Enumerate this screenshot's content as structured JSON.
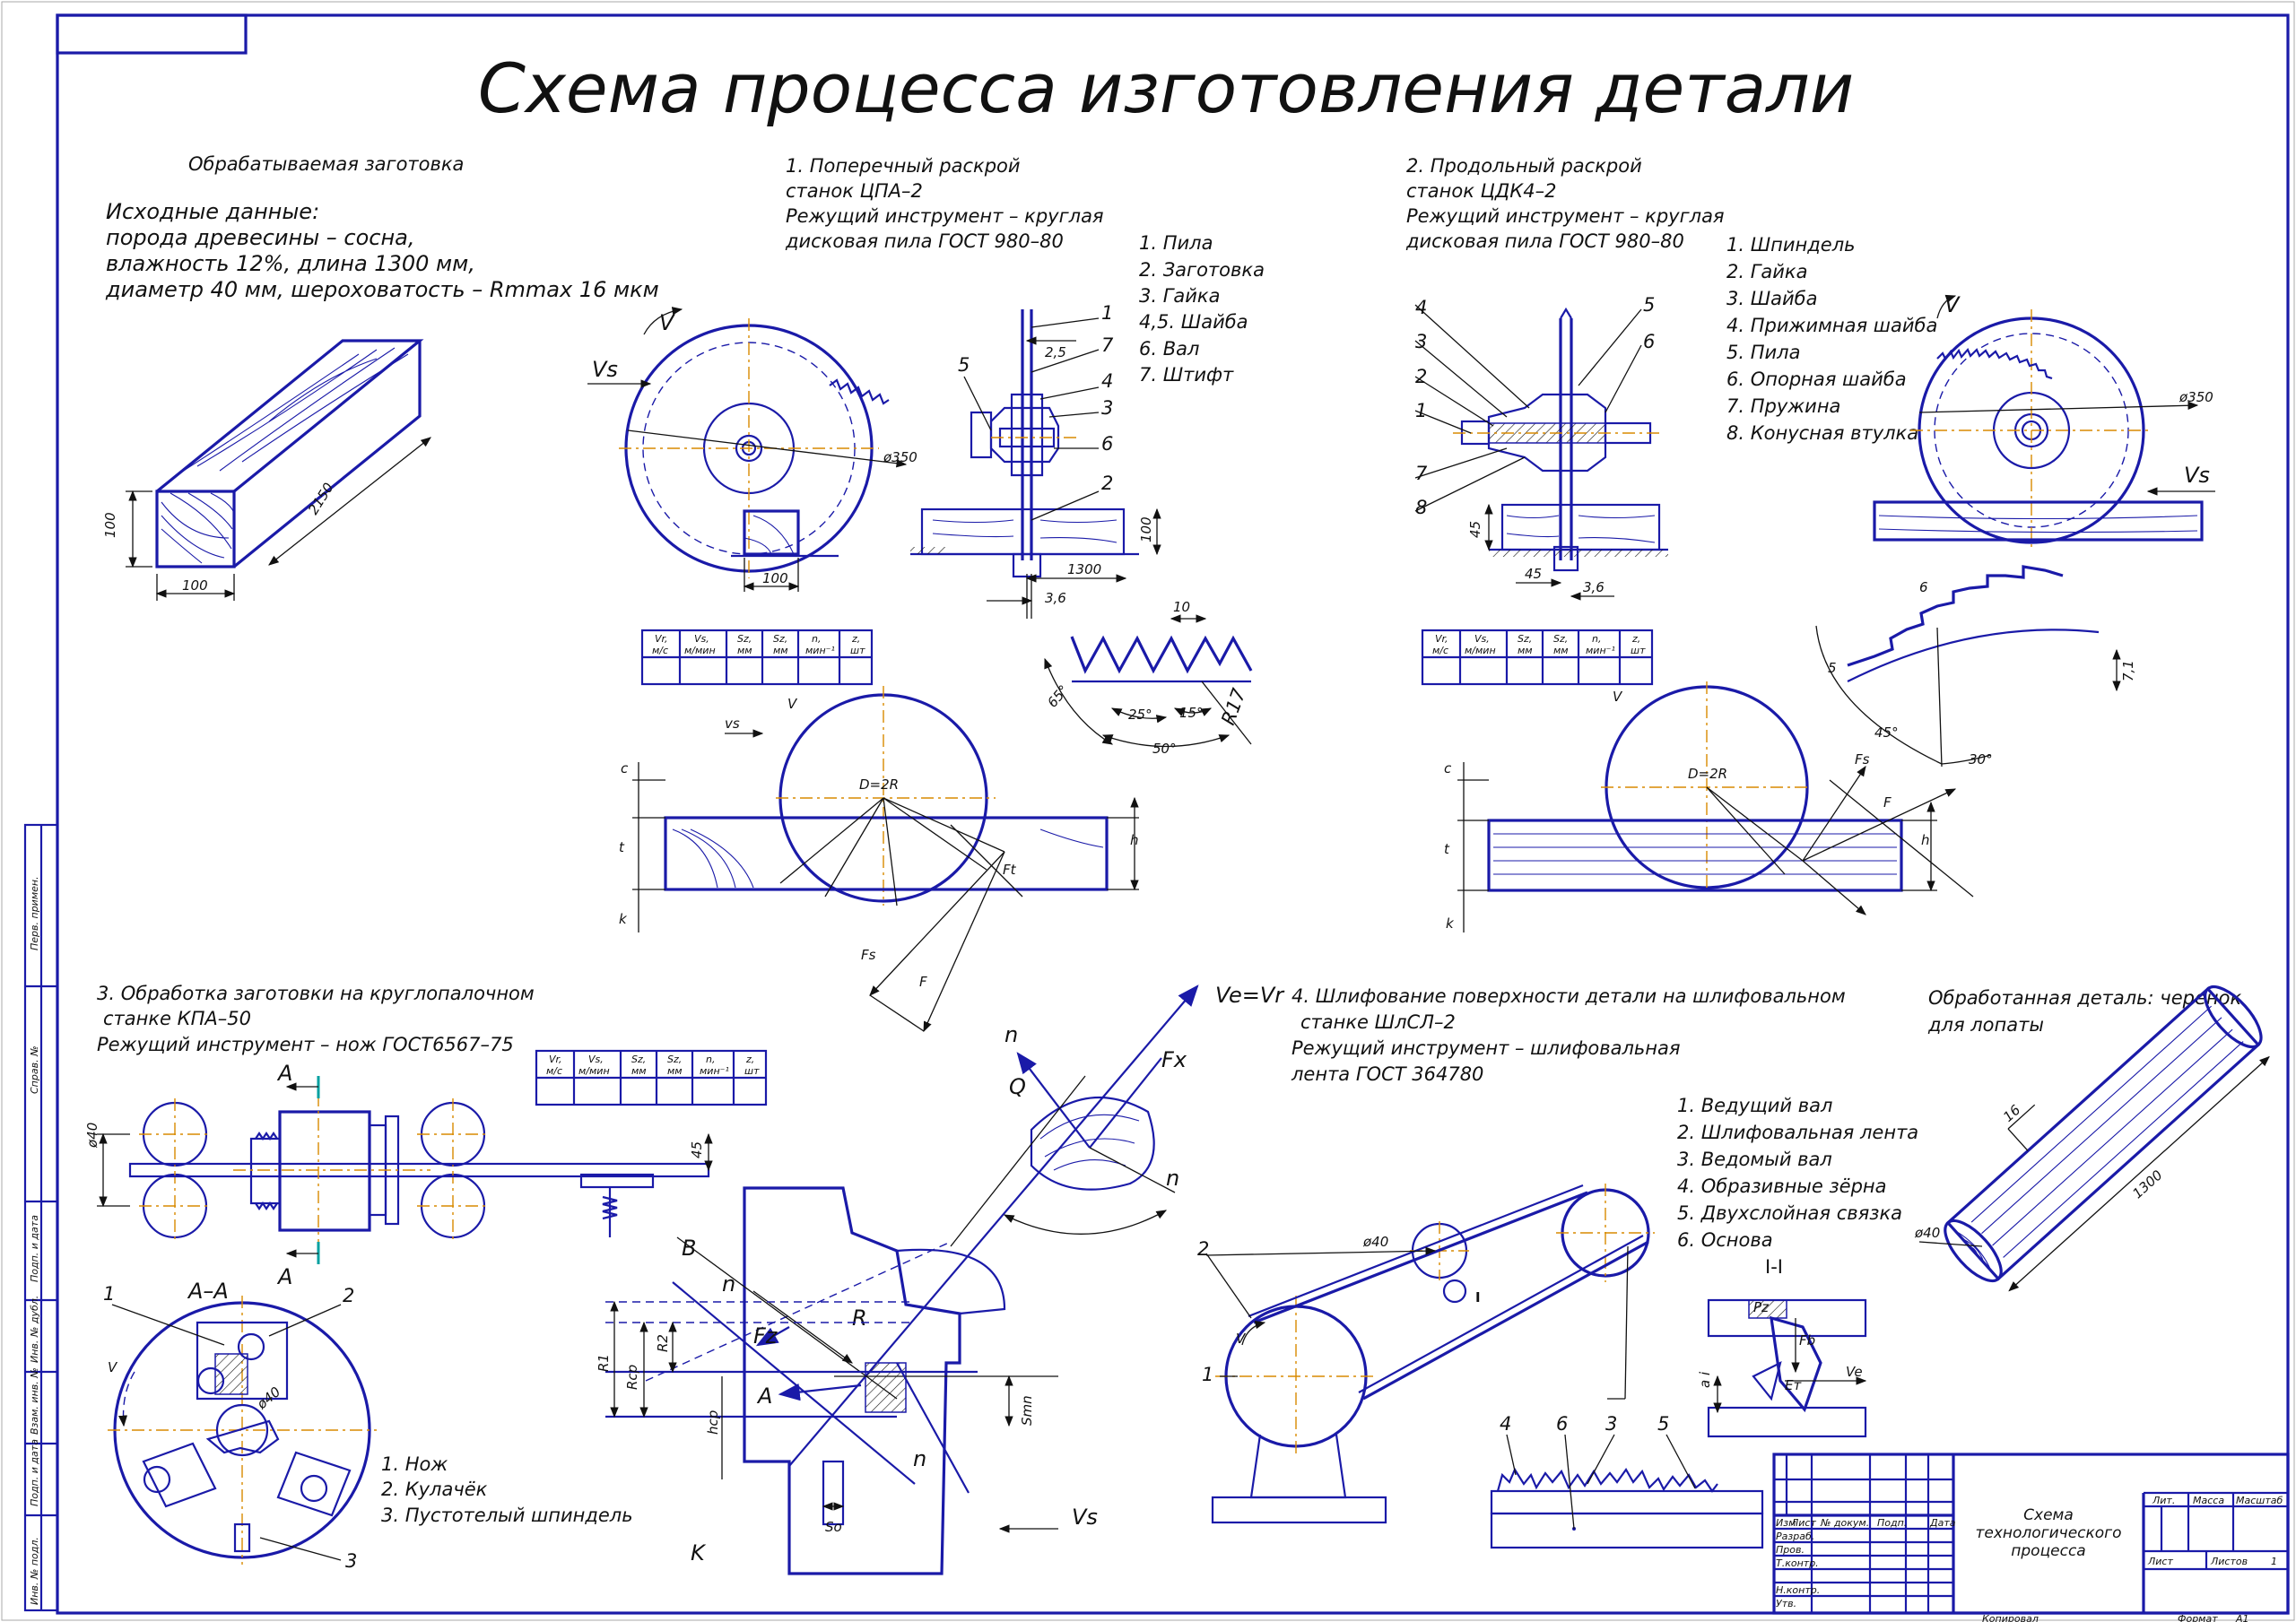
{
  "title": "Схема процесса изготовления детали",
  "blank": {
    "heading": "Обрабатываемая заготовка",
    "lines": [
      "Исходные данные:",
      "порода древесины – сосна,",
      "влажность 12%, длина 1300 мм,",
      "диаметр 40 мм, шероховатость – Rmmax 16 мкм"
    ],
    "dims": [
      "100",
      "100",
      "2150"
    ]
  },
  "op1": {
    "heading": [
      "1. Поперечный раскрой",
      "станок ЦПА–2",
      "Режущий инструмент – круглая",
      "дисковая пила ГОСТ 980–80"
    ],
    "parts": [
      "1. Пила",
      "2. Заготовка",
      "3. Гайка",
      "4,5. Шайба",
      "6. Вал",
      "7. Штифт"
    ],
    "callouts": [
      "1",
      "2",
      "3",
      "4",
      "5",
      "6",
      "7"
    ],
    "labels": {
      "v": "V",
      "vs": "Vs",
      "diam": "ø350",
      "blank": "100",
      "d25": "2,5",
      "d36": "3,6",
      "d1300": "1300",
      "d100": "100",
      "pitch": "10",
      "a65": "65°",
      "a25": "25°",
      "a15": "15°",
      "a50": "50°",
      "r17": "R17"
    },
    "force": {
      "D": "D=2R",
      "c": "c",
      "t": "t",
      "h": "h",
      "k": "k",
      "F": "F",
      "Fs": "Fs",
      "Ft": "Ft",
      "vs": "vs",
      "v": "V"
    }
  },
  "op2": {
    "heading": [
      "2. Продольный раскрой",
      "станок ЦДК4–2",
      "Режущий инструмент – круглая",
      "дисковая пила ГОСТ 980–80"
    ],
    "parts": [
      "1. Шпиндель",
      "2. Гайка",
      "3. Шайба",
      "4. Прижимная шайба",
      "5. Пила",
      "6. Опорная шайба",
      "7. Пружина",
      "8. Конусная втулка"
    ],
    "callouts": [
      "4",
      "3",
      "2",
      "1",
      "7",
      "8",
      "5",
      "6"
    ],
    "labels": {
      "v": "V",
      "vs": "Vs",
      "diam": "ø350",
      "d45": "45",
      "d45b": "45",
      "d36": "3,6",
      "d6": "6",
      "d5": "5",
      "d71": "7,1",
      "a45": "45°",
      "a30": "30°"
    },
    "force": {
      "D": "D=2R",
      "c": "c",
      "t": "t",
      "h": "h",
      "k": "k",
      "F": "F",
      "Fs": "Fs",
      "v": "V"
    }
  },
  "table": {
    "headers": [
      [
        "Vr,",
        "м/с"
      ],
      [
        "Vs,",
        "м/мин"
      ],
      [
        "Sz,",
        "мм"
      ],
      [
        "Sz,",
        "мм"
      ],
      [
        "n,",
        "мин⁻¹"
      ],
      [
        "z,",
        "шт"
      ]
    ]
  },
  "op3": {
    "heading": [
      "3. Обработка заготовки на круглопалочном",
      "станке КПА–50",
      "Режущий инструмент – нож ГОСТ6567–75"
    ],
    "section": "А–А",
    "arrowA": "A",
    "dims": {
      "d40": "ø40",
      "d45": "45",
      "d40b": "ø40"
    },
    "parts": [
      "1. Нож",
      "2. Кулачёк",
      "3. Пустотелый шпиндель"
    ],
    "callouts": [
      "1",
      "2",
      "3"
    ],
    "v": "V"
  },
  "cut": {
    "labels": {
      "ve": "Ve=Vr",
      "n1": "n",
      "q": "Q",
      "fx": "Fx",
      "n2": "n",
      "b": "B",
      "n3": "n",
      "r": "R",
      "fz": "Fz",
      "a": "A",
      "r1": "R1",
      "rcp": "Rcp",
      "r2": "R2",
      "hcp": "hср",
      "n4": "n",
      "smn": "Smn",
      "so": "So",
      "k": "K",
      "vs": "Vs"
    }
  },
  "op4": {
    "heading": [
      "4. Шлифование поверхности детали на шлифовальном",
      "станке ШлСЛ–2",
      "Режущий инструмент – шлифовальная",
      "лента ГОСТ 364780"
    ],
    "parts": [
      "1. Ведущий вал",
      "2. Шлифовальная лента",
      "3. Ведомый вал",
      "4. Образивные зёрна",
      "5. Двухслойная связка",
      "6. Основа"
    ],
    "callouts": {
      "c1": "1",
      "c2": "2",
      "c3": "3",
      "c4": "4",
      "c5": "5",
      "c6": "6"
    },
    "d40": "ø40",
    "view": "I",
    "viewTitle": "I-I",
    "labels": {
      "v": "V",
      "ve": "Ve",
      "fb": "Fb",
      "et": "Eт",
      "pz": "Pz",
      "ai": "a i"
    }
  },
  "result": {
    "heading": [
      "Обработанная деталь: черенок",
      "для лопаты"
    ],
    "d40": "ø40",
    "len": "1300",
    "rough": "16"
  },
  "stamp": {
    "cols": [
      "Изм",
      "Лист",
      "№ докум.",
      "Подп.",
      "Дата"
    ],
    "rows": [
      "Разраб.",
      "Пров.",
      "Т.контр.",
      "",
      "Н.контр.",
      "Утв."
    ],
    "name": [
      "Схема",
      "технологического",
      "процесса"
    ],
    "lit": "Лит.",
    "mass": "Масса",
    "scale": "Масштаб",
    "sheet": "Лист",
    "sheets": "Листов",
    "sheetsNum": "1",
    "copied": "Копировал",
    "format": "Формат",
    "formatVal": "A1"
  },
  "sidebar": [
    "Перв. примен.",
    "Справ. №",
    "Подп. и дата",
    "Инв. № дубл.",
    "Взам. инв. №",
    "Подп. и дата",
    "Инв. № подл."
  ]
}
